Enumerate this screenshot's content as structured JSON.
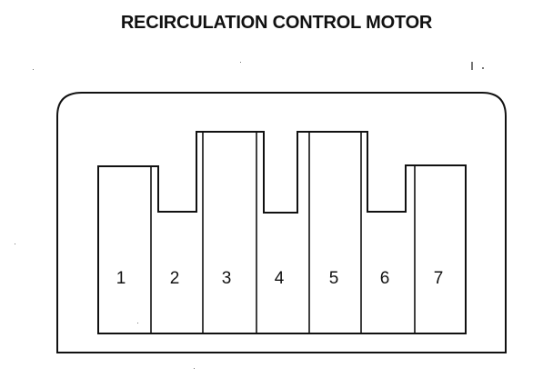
{
  "diagram": {
    "title": "RECIRCULATION CONTROL MOTOR",
    "pins": [
      {
        "label": "1"
      },
      {
        "label": "2"
      },
      {
        "label": "3"
      },
      {
        "label": "4"
      },
      {
        "label": "5"
      },
      {
        "label": "6"
      },
      {
        "label": "7"
      }
    ]
  },
  "colors": {
    "line": "#111111",
    "background": "#ffffff"
  }
}
